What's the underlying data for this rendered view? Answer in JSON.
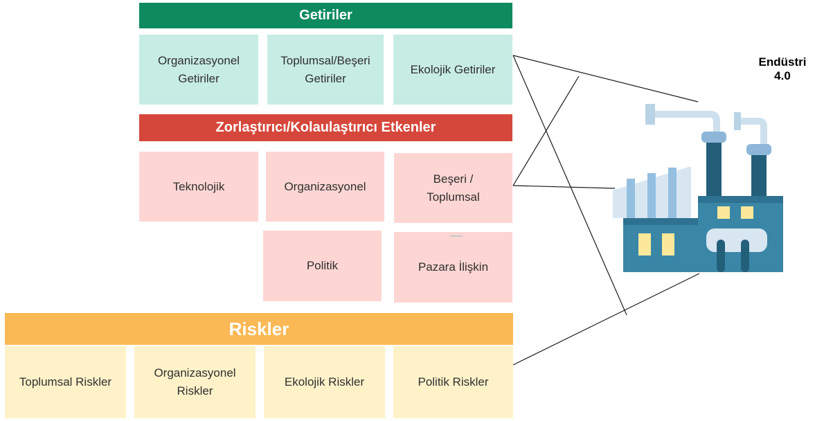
{
  "sections": {
    "returns": {
      "title": "Getiriler",
      "items": [
        "Organizasyonel Getiriler",
        "Toplumsal/Beşeri Getiriler",
        "Ekolojik Getiriler"
      ]
    },
    "factors": {
      "title": "Zorlaştırıcı/Kolaulaştırıcı Etkenler",
      "items": [
        "Teknolojik",
        "Organizasyonel",
        "Beşeri / Toplumsal",
        "Politik",
        "Pazara İlişkin"
      ]
    },
    "risks": {
      "title": "Riskler",
      "items": [
        "Toplumsal Riskler",
        "Organizasyonel Riskler",
        "Ekolojik Riskler",
        "Politik Riskler"
      ]
    }
  },
  "industry": {
    "label": "Endüstri 4.0",
    "icon": "factory-icon"
  },
  "colors": {
    "returns_header": "#0e8a5f",
    "returns_box": "#c7ece4",
    "factors_header": "#d6473b",
    "factors_box": "#fdd6d3",
    "risks_header": "#fbb955",
    "risks_box": "#fff2c9"
  }
}
